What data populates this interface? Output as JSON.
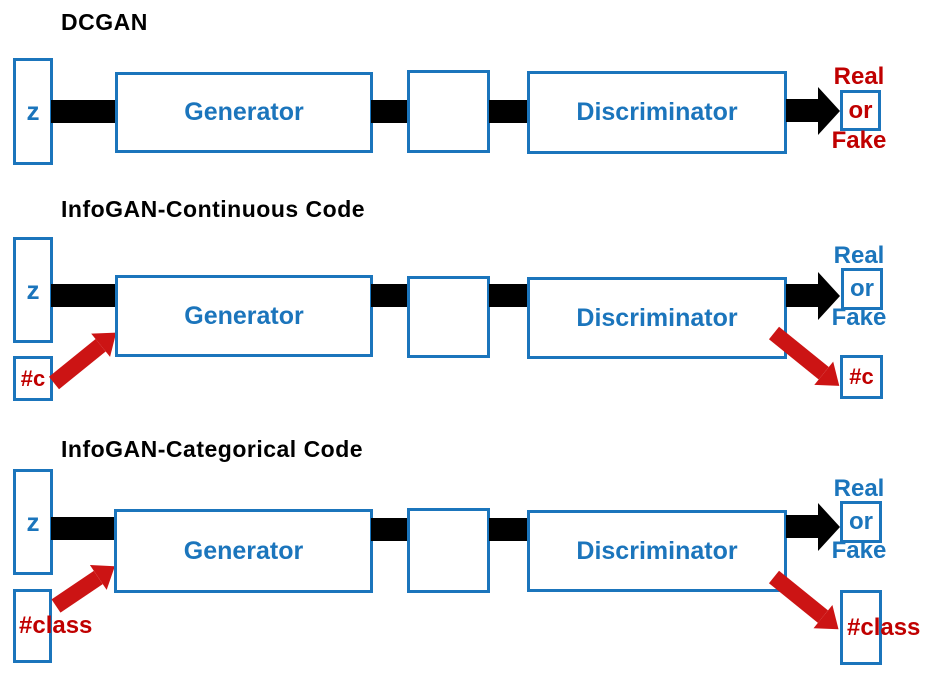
{
  "colors": {
    "blue": "#1B75BC",
    "red_text": "#C00000",
    "red_arrow": "#CC1414",
    "connector_black": "#000000",
    "background": "#FFFFFF"
  },
  "rows": [
    {
      "title": "DCGAN",
      "z_label": "z",
      "generator_label": "Generator",
      "discriminator_label": "Discriminator",
      "output": {
        "real": "Real",
        "or": "or",
        "fake": "Fake",
        "text_color": "#C00000"
      }
    },
    {
      "title": "InfoGAN-Continuous Code",
      "z_label": "z",
      "code_input_label": "#c",
      "code_output_label": "#c",
      "generator_label": "Generator",
      "discriminator_label": "Discriminator",
      "output": {
        "real": "Real",
        "or": "or",
        "fake": "Fake",
        "text_color": "#1B75BC"
      }
    },
    {
      "title": "InfoGAN-Categorical Code",
      "z_label": "z",
      "code_input_label": "#class",
      "code_output_label": "#class",
      "generator_label": "Generator",
      "discriminator_label": "Discriminator",
      "output": {
        "real": "Real",
        "or": "or",
        "fake": "Fake",
        "text_color": "#1B75BC"
      }
    }
  ]
}
